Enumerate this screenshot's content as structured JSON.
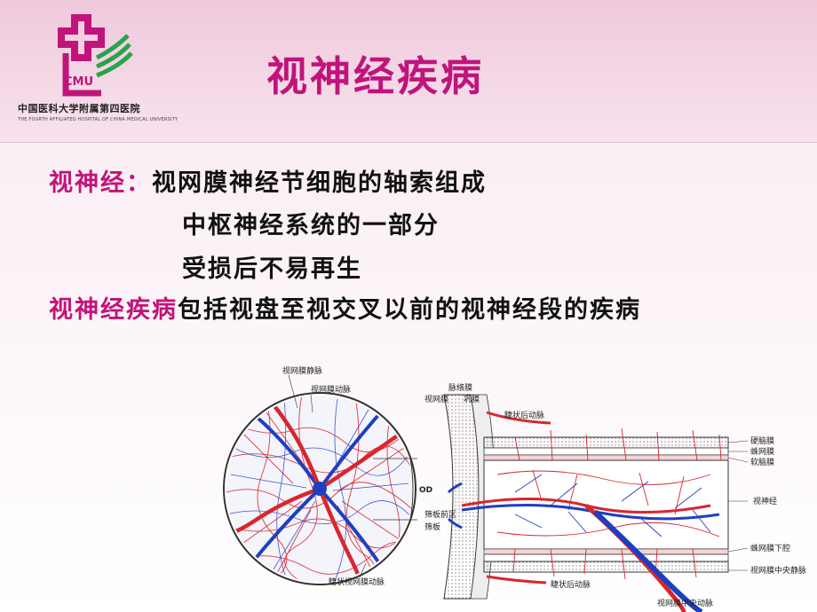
{
  "header": {
    "logo": {
      "mark_text": "CMU",
      "name_cn": "中国医科大学附属第四医院",
      "name_en": "THE FOURTH AFFILIATED HOSPITAL OF CHINA MEDICAL UNIVERSITY"
    },
    "title": "视神经疾病"
  },
  "content": {
    "line1": {
      "term": "视神经：",
      "text": "视网膜神经节细胞的轴索组成"
    },
    "line2": {
      "text": "中枢神经系统的一部分"
    },
    "line3": {
      "text": "受损后不易再生"
    },
    "line4": {
      "term": "视神经疾病",
      "text": "包括视盘至视交叉以前的视神经段的疾病"
    }
  },
  "figure": {
    "left_labels": {
      "retinal_vein": "视网膜静脉",
      "retinal_artery": "视网膜动脉",
      "od": "OD",
      "cilioretinal_artery": "睫状视网膜动脉"
    },
    "right_labels": {
      "choroid": "脉络膜",
      "retina": "视网膜",
      "sclera": "巩膜",
      "posterior_ciliary_artery_top": "睫状后动脉",
      "prelaminar": "筛板前区",
      "lamina": "筛板",
      "dura": "硬脑膜",
      "arachnoid": "蛛网膜",
      "pia": "软脑膜",
      "optic_nerve": "视神经",
      "subarachnoid": "蛛网膜下腔",
      "central_retinal_vein": "视网膜中央静脉",
      "posterior_ciliary_artery_bottom": "睫状后动脉",
      "central_retinal_artery": "视网膜中央动脉"
    }
  },
  "colors": {
    "accent": "#c0147a",
    "artery": "#d8262e",
    "vein": "#1f3fbf"
  }
}
